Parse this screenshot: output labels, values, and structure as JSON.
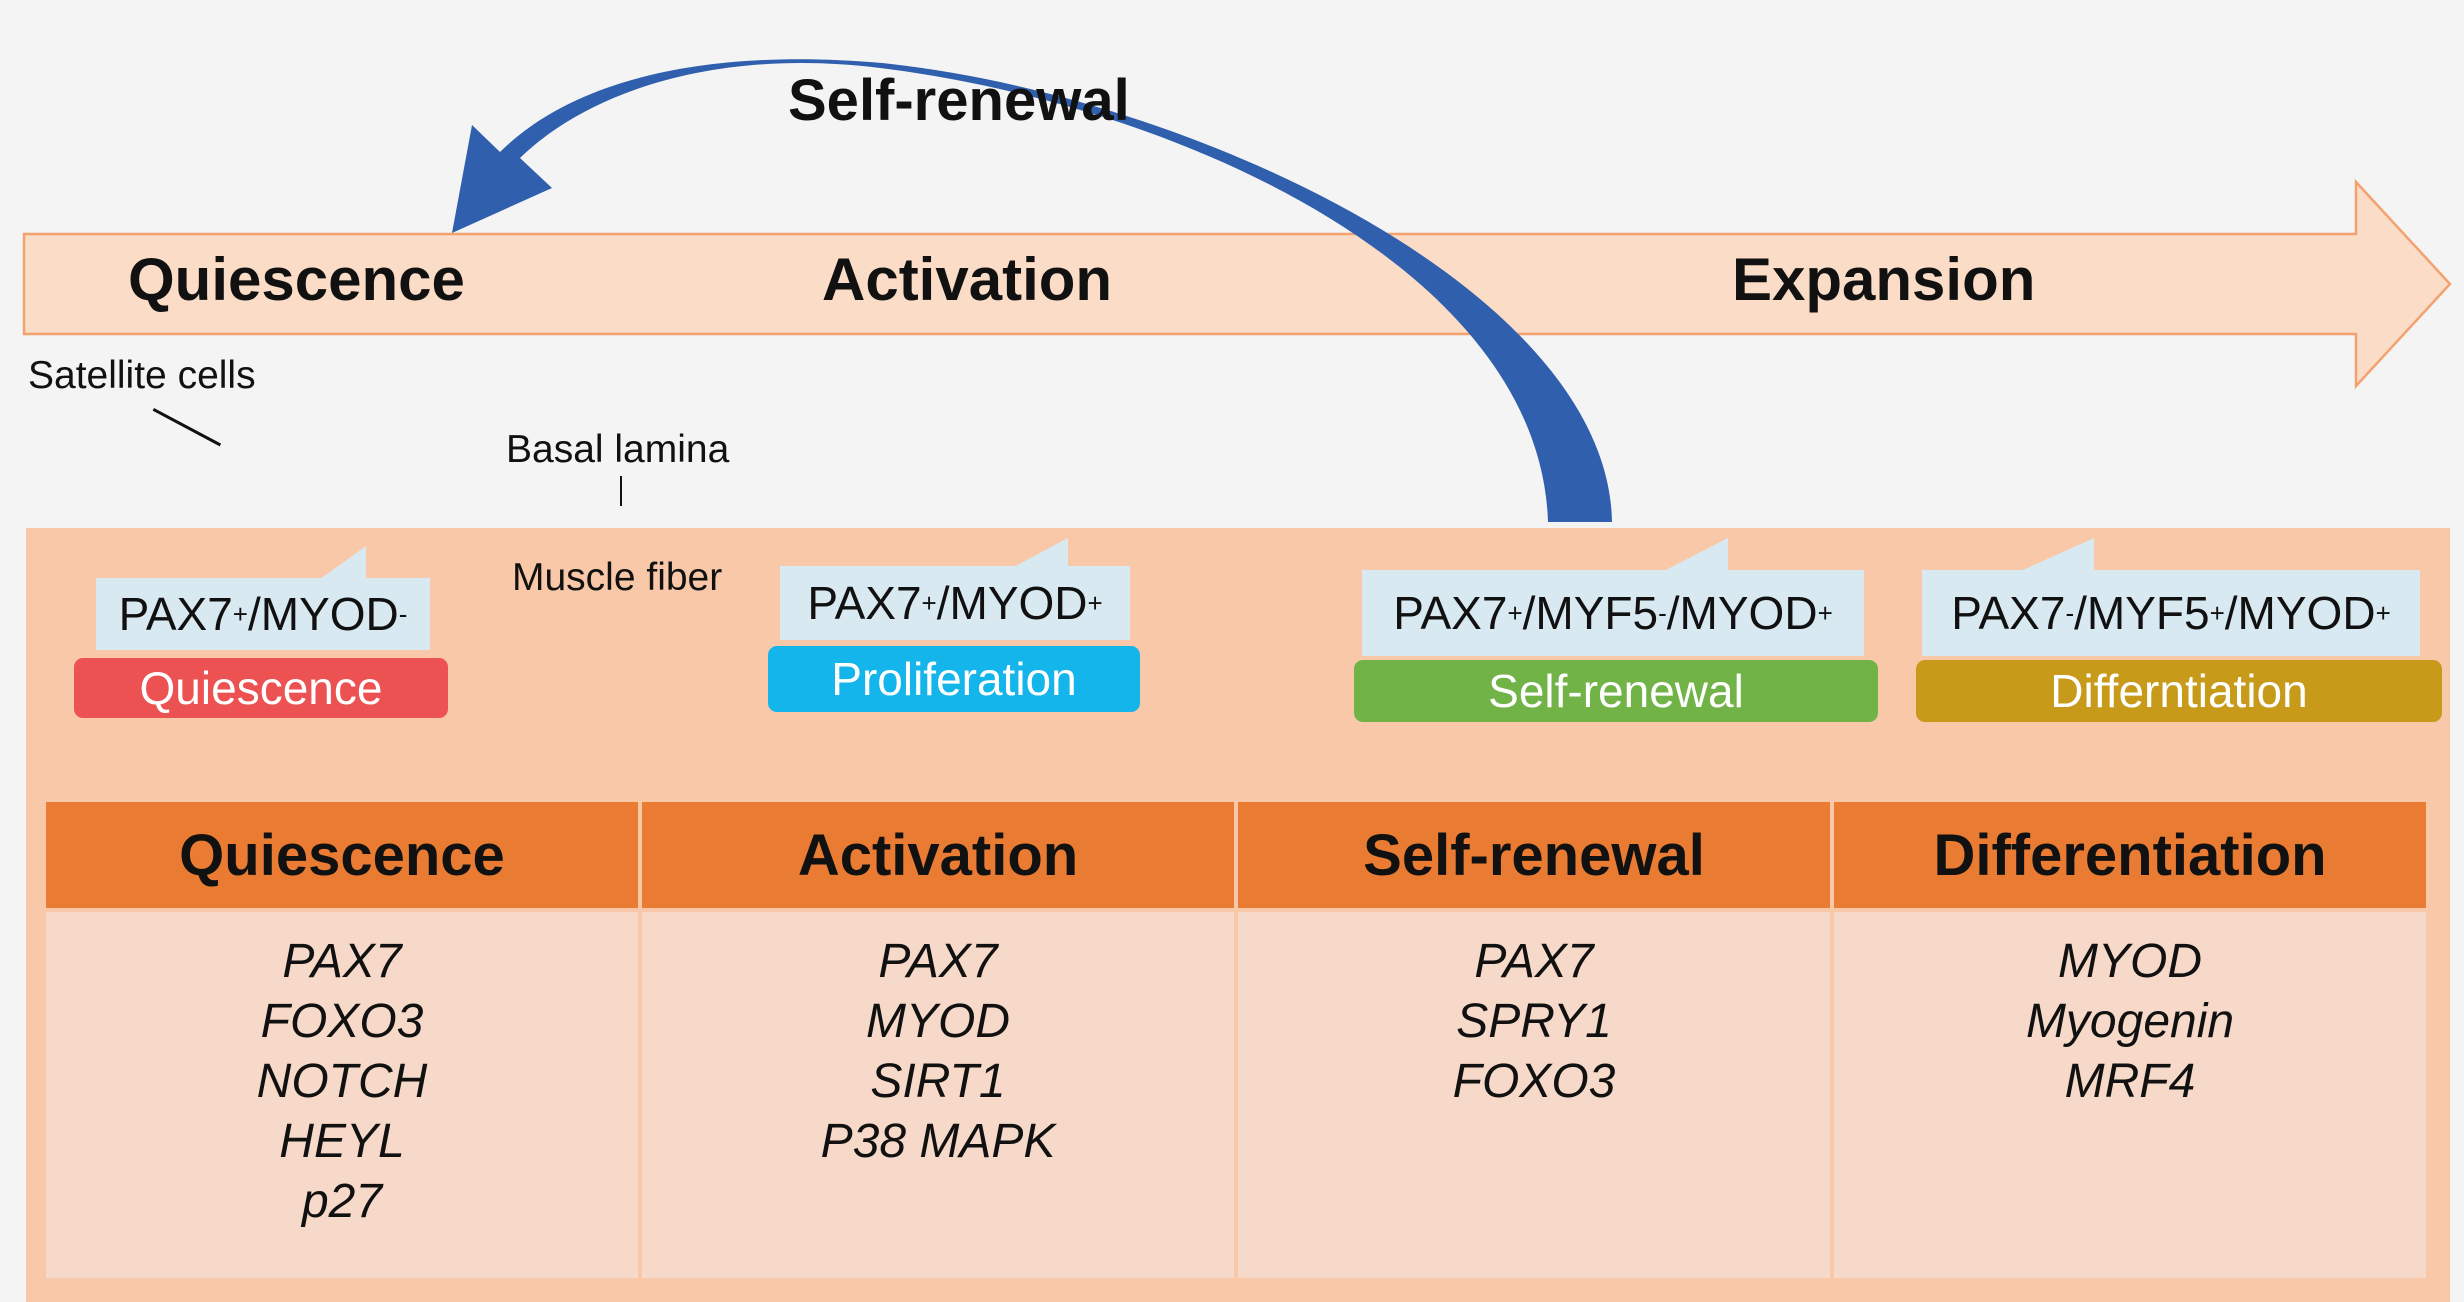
{
  "timeline": {
    "stages": [
      "Quiescence",
      "Activation",
      "Expansion"
    ],
    "fill_color": "#fbdcc6",
    "stroke_color": "#f2a26e"
  },
  "self_renewal_arrow": {
    "label": "Self-renewal",
    "color": "#2f5fad"
  },
  "annotations": {
    "satellite_cells": "Satellite cells",
    "basal_lamina": "Basal lamina",
    "muscle_fiber": "Muscle fiber"
  },
  "cell_states": [
    {
      "marker_parts": [
        [
          "PAX7",
          "+"
        ],
        [
          "/MYOD",
          "-"
        ]
      ],
      "state": "Quiescence",
      "color": "#ec5252"
    },
    {
      "marker_parts": [
        [
          "PAX7",
          "+"
        ],
        [
          "/MYOD",
          "+"
        ]
      ],
      "state": "Proliferation",
      "color": "#13b5ea"
    },
    {
      "marker_parts": [
        [
          "PAX7",
          "+"
        ],
        [
          "/MYF5",
          "-"
        ],
        [
          "/MYOD",
          "+"
        ]
      ],
      "state": "Self-renewal",
      "color": "#71b347"
    },
    {
      "marker_parts": [
        [
          "PAX7",
          "-"
        ],
        [
          "/MYF5",
          "+"
        ],
        [
          "/MYOD",
          "+"
        ]
      ],
      "state": "Differntiation",
      "color": "#c79a1a"
    }
  ],
  "gene_table": {
    "header_color": "#ea7b32",
    "columns": [
      {
        "header": "Quiescence",
        "genes": [
          "PAX7",
          "FOXO3",
          "NOTCH",
          "HEYL",
          "p27"
        ]
      },
      {
        "header": "Activation",
        "genes": [
          "PAX7",
          "MYOD",
          "SIRT1",
          "P38 MAPK"
        ]
      },
      {
        "header": "Self-renewal",
        "genes": [
          "PAX7",
          "SPRY1",
          "FOXO3"
        ]
      },
      {
        "header": "Differentiation",
        "genes": [
          "MYOD",
          "Myogenin",
          "MRF4"
        ]
      }
    ]
  }
}
